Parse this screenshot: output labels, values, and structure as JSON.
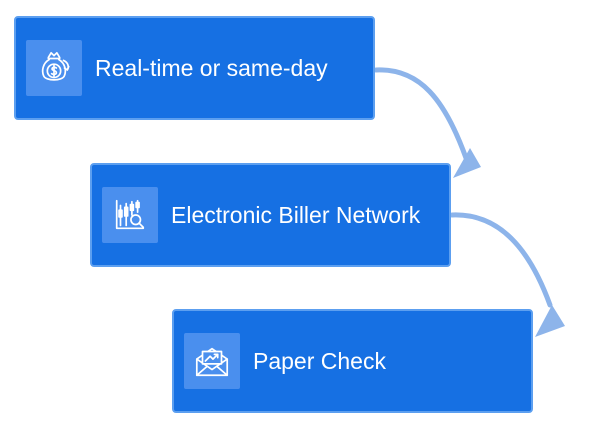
{
  "diagram": {
    "steps": [
      {
        "label": "Real-time or same-day",
        "icon": "money-bag-icon"
      },
      {
        "label": "Electronic Biller Network",
        "icon": "chart-search-icon"
      },
      {
        "label": "Paper Check",
        "icon": "envelope-arrow-icon"
      }
    ]
  },
  "colors": {
    "box_fill": "#1670e3",
    "box_border": "#5c9ff0",
    "icon_tile": "#4a8fee",
    "connector": "#8db4ea",
    "text": "#ffffff"
  }
}
